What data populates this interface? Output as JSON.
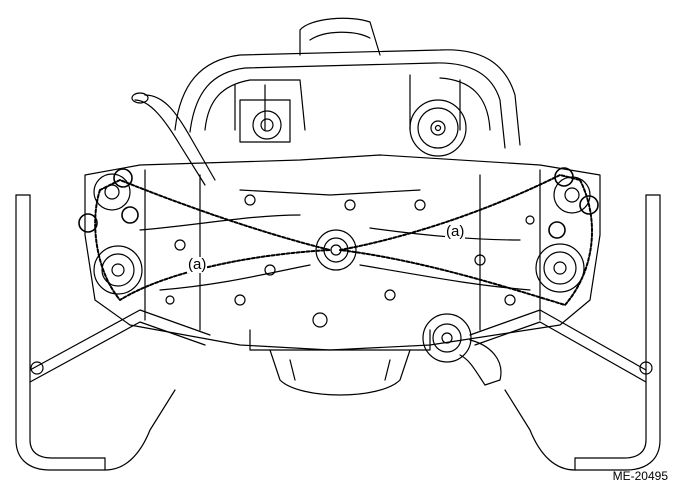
{
  "figure": {
    "callouts": [
      "(a)",
      "(a)"
    ],
    "figure_id": "ME-20495",
    "line_color": "#000000",
    "background": "#ffffff"
  }
}
